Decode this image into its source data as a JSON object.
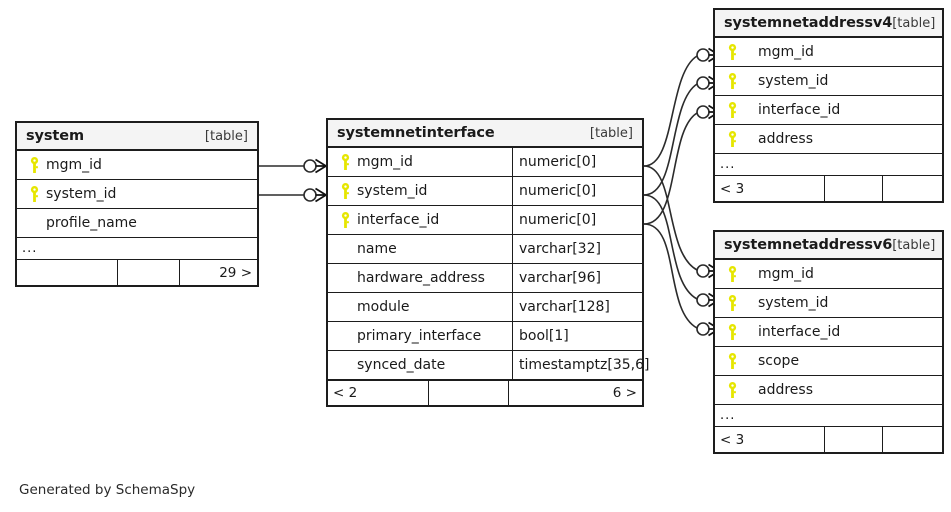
{
  "diagram": {
    "kind_label": "[table]",
    "ellipsis": "...",
    "credit": "Generated by SchemaSpy",
    "colors": {
      "key": "#e6e600",
      "border": "#1d1d1d",
      "header_bg": "#f4f4f4",
      "page_bg": "#ffffff",
      "connector": "#2b2b2b"
    }
  },
  "tables": {
    "system": {
      "name": "system",
      "kind": "[table]",
      "columns": [
        {
          "name": "mgm_id",
          "key": true,
          "type": ""
        },
        {
          "name": "system_id",
          "key": true,
          "type": ""
        },
        {
          "name": "profile_name",
          "key": false,
          "type": ""
        }
      ],
      "more_rows": "...",
      "footer": {
        "left": "",
        "middle": "",
        "right": "29 >"
      }
    },
    "systemnetinterface": {
      "name": "systemnetinterface",
      "kind": "[table]",
      "columns": [
        {
          "name": "mgm_id",
          "key": true,
          "type": "numeric[0]"
        },
        {
          "name": "system_id",
          "key": true,
          "type": "numeric[0]"
        },
        {
          "name": "interface_id",
          "key": true,
          "type": "numeric[0]"
        },
        {
          "name": "name",
          "key": false,
          "type": "varchar[32]"
        },
        {
          "name": "hardware_address",
          "key": false,
          "type": "varchar[96]"
        },
        {
          "name": "module",
          "key": false,
          "type": "varchar[128]"
        },
        {
          "name": "primary_interface",
          "key": false,
          "type": "bool[1]"
        },
        {
          "name": "synced_date",
          "key": false,
          "type": "timestamptz[35,6]"
        }
      ],
      "more_rows": "",
      "footer": {
        "left": "< 2",
        "middle": "",
        "right": "6 >"
      }
    },
    "systemnetaddressv4": {
      "name": "systemnetaddressv4",
      "kind": "[table]",
      "columns": [
        {
          "name": "mgm_id",
          "key": true,
          "type": ""
        },
        {
          "name": "system_id",
          "key": true,
          "type": ""
        },
        {
          "name": "interface_id",
          "key": true,
          "type": ""
        },
        {
          "name": "address",
          "key": true,
          "type": ""
        }
      ],
      "more_rows": "...",
      "footer": {
        "left": "< 3",
        "middle": "",
        "right": ""
      }
    },
    "systemnetaddressv6": {
      "name": "systemnetaddressv6",
      "kind": "[table]",
      "columns": [
        {
          "name": "mgm_id",
          "key": true,
          "type": ""
        },
        {
          "name": "system_id",
          "key": true,
          "type": ""
        },
        {
          "name": "interface_id",
          "key": true,
          "type": ""
        },
        {
          "name": "scope",
          "key": true,
          "type": ""
        },
        {
          "name": "address",
          "key": true,
          "type": ""
        }
      ],
      "more_rows": "...",
      "footer": {
        "left": "< 3",
        "middle": "",
        "right": ""
      }
    }
  },
  "relationships": [
    {
      "from": "system.mgm_id",
      "to": "systemnetinterface.mgm_id"
    },
    {
      "from": "system.system_id",
      "to": "systemnetinterface.system_id"
    },
    {
      "from": "systemnetinterface.mgm_id",
      "to": "systemnetaddressv4.mgm_id"
    },
    {
      "from": "systemnetinterface.system_id",
      "to": "systemnetaddressv4.system_id"
    },
    {
      "from": "systemnetinterface.interface_id",
      "to": "systemnetaddressv4.interface_id"
    },
    {
      "from": "systemnetinterface.mgm_id",
      "to": "systemnetaddressv6.mgm_id"
    },
    {
      "from": "systemnetinterface.system_id",
      "to": "systemnetaddressv6.system_id"
    },
    {
      "from": "systemnetinterface.interface_id",
      "to": "systemnetaddressv6.interface_id"
    }
  ]
}
